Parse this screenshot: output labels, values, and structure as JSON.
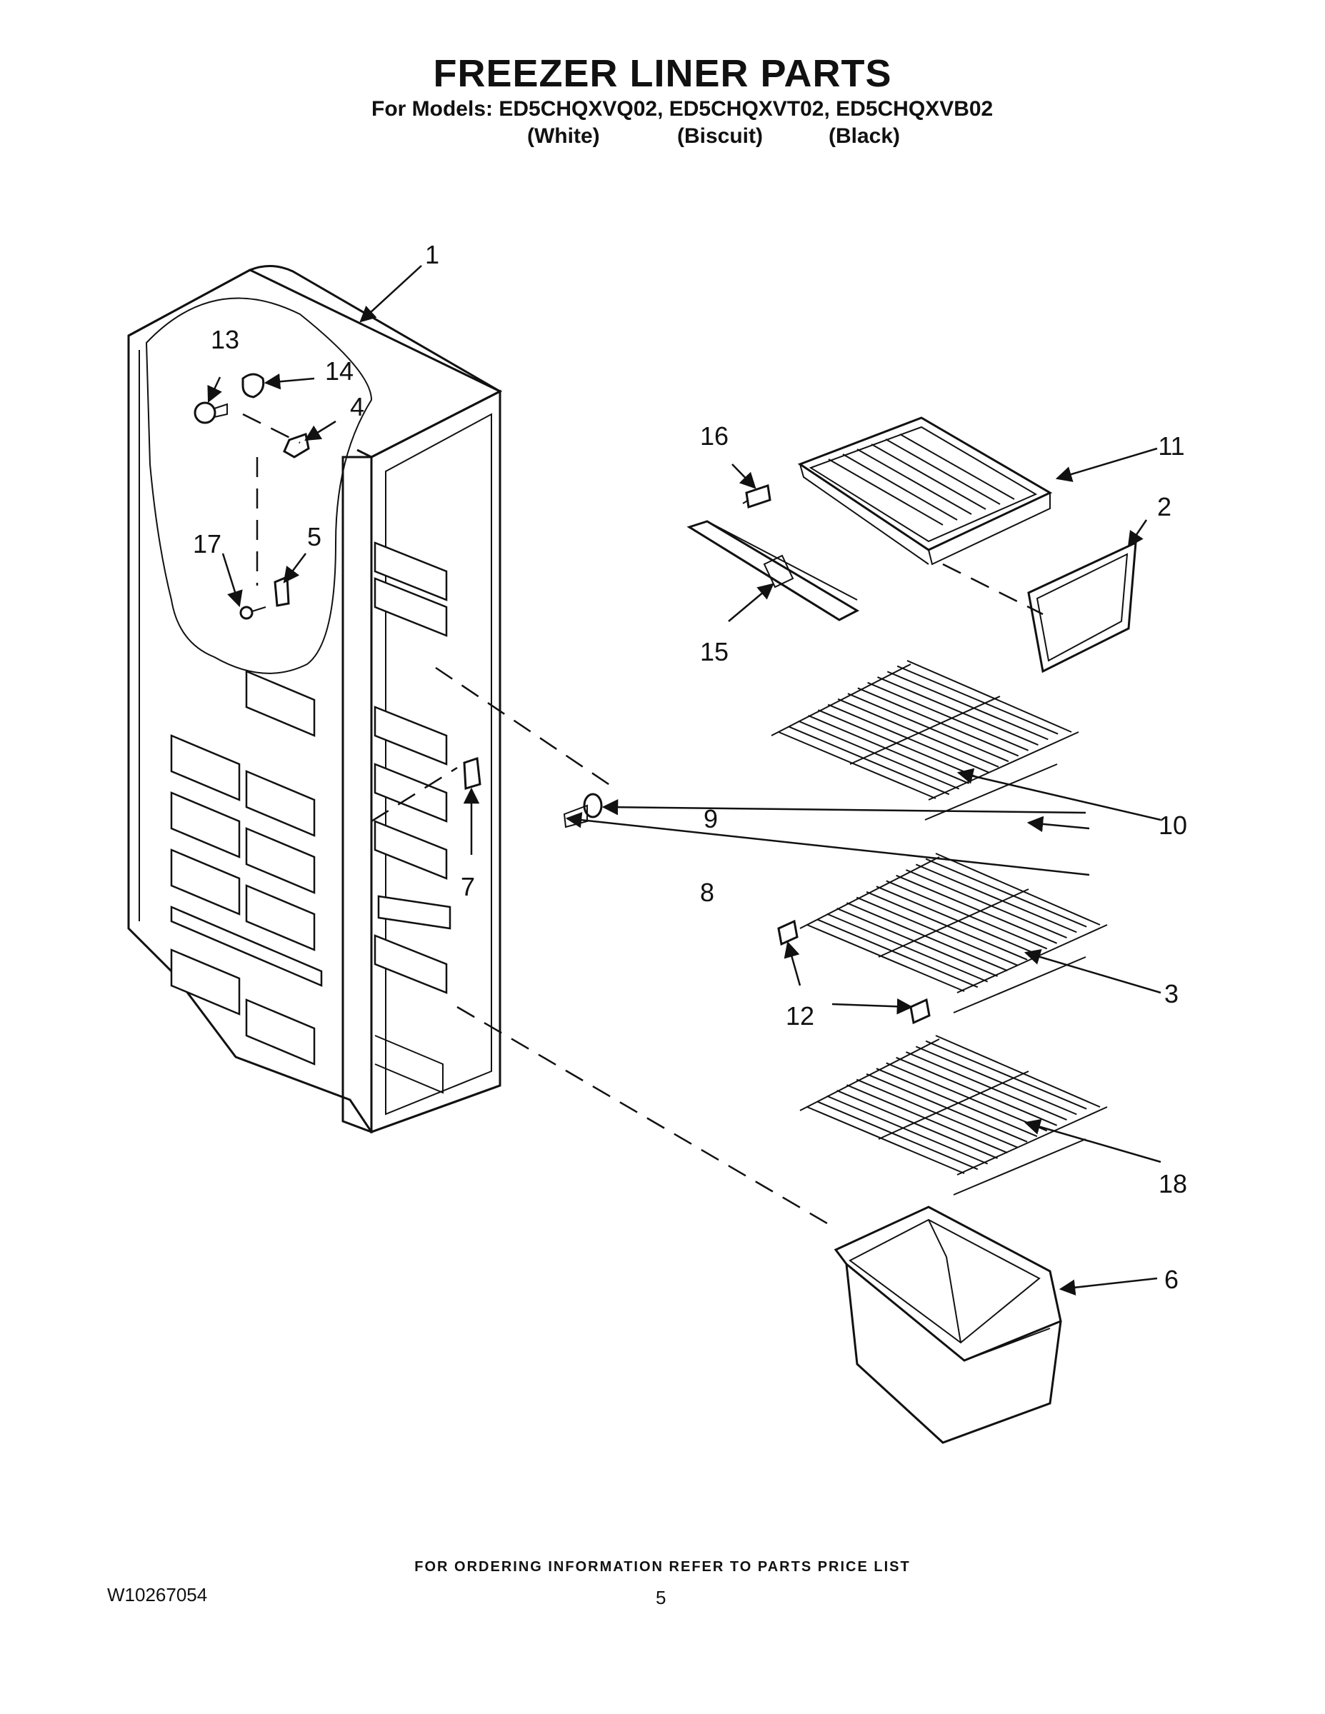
{
  "title": "FREEZER LINER PARTS",
  "models_line": "For Models: ED5CHQXVQ02, ED5CHQXVT02, ED5CHQXVB02",
  "colors": [
    "(White)",
    "(Biscuit)",
    "(Black)"
  ],
  "callouts": [
    "1",
    "2",
    "3",
    "4",
    "5",
    "6",
    "7",
    "8",
    "9",
    "10",
    "11",
    "12",
    "13",
    "14",
    "15",
    "16",
    "17",
    "18"
  ],
  "footer_note": "FOR ORDERING INFORMATION REFER TO PARTS PRICE LIST",
  "doc_number": "W10267054",
  "page_number": "5"
}
